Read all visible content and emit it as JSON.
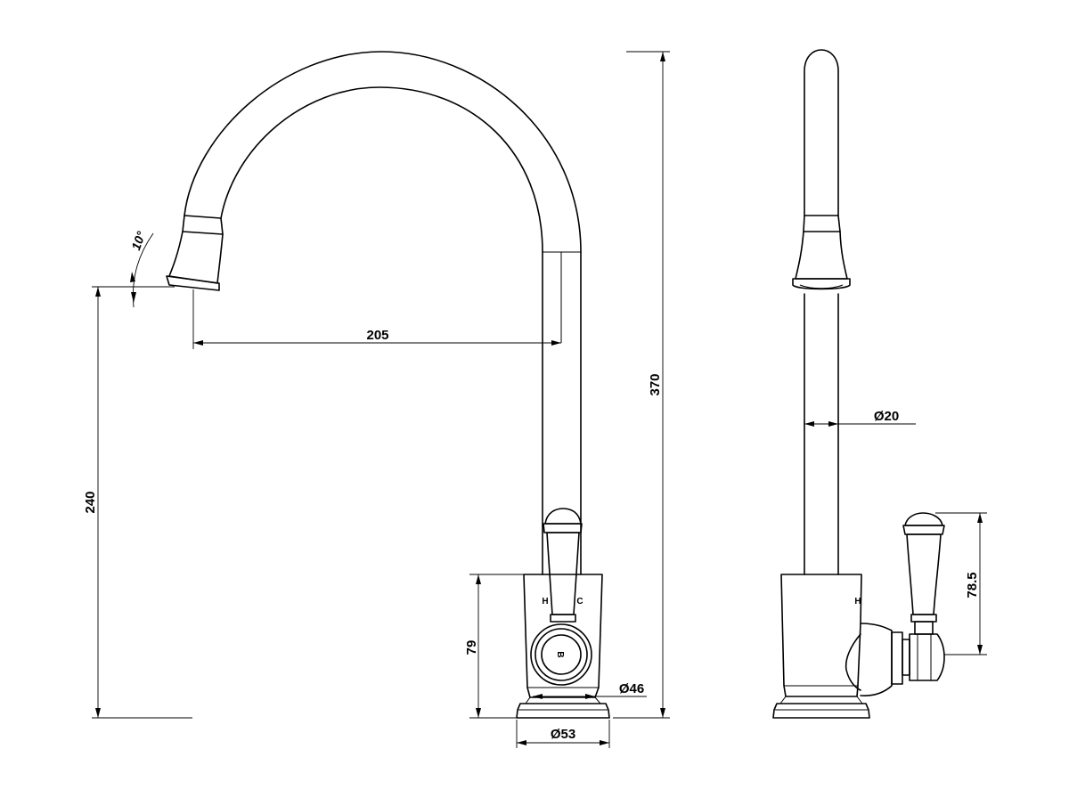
{
  "dimensions": {
    "reach": "205",
    "total_height": "370",
    "spout_height": "240",
    "body_height": "79",
    "body_diameter": "Ø46",
    "base_diameter": "Ø53",
    "spout_diameter": "Ø20",
    "handle_height": "78.5",
    "spout_angle": "10°"
  },
  "markings": {
    "hot": "H",
    "cold": "C",
    "logo": "B"
  }
}
